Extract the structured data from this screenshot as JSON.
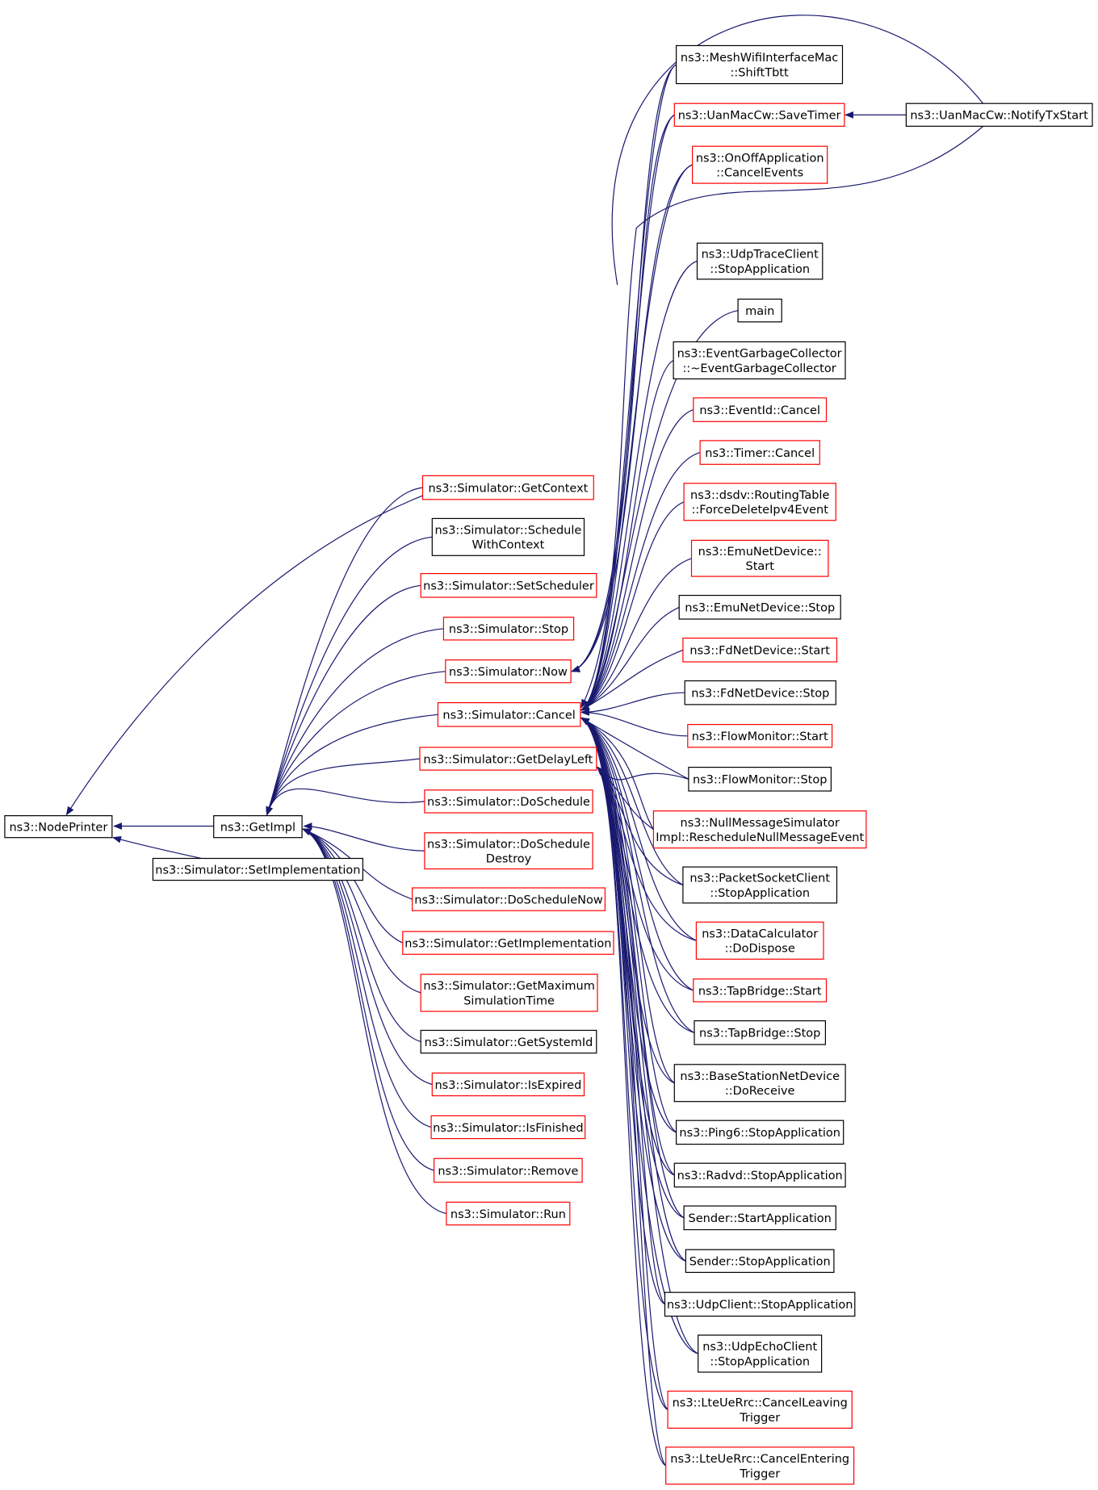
{
  "colors": {
    "edge": "#191970",
    "border_documented": "#000000",
    "border_undocumented": "#ff0000",
    "root_fill": "#bfbfbf",
    "node_fill": "#ffffff"
  },
  "nodes": {
    "nodeprinter": {
      "lines": [
        "ns3::NodePrinter"
      ],
      "border": "black",
      "root": true
    },
    "setimpl": {
      "lines": [
        "ns3::Simulator::SetImplementation"
      ],
      "border": "black"
    },
    "getimpl": {
      "lines": [
        "ns3::GetImpl"
      ],
      "border": "black"
    },
    "getcontext": {
      "lines": [
        "ns3::Simulator::GetContext"
      ],
      "border": "red"
    },
    "schedwithctx": {
      "lines": [
        "ns3::Simulator::Schedule",
        "WithContext"
      ],
      "border": "black"
    },
    "setscheduler": {
      "lines": [
        "ns3::Simulator::SetScheduler"
      ],
      "border": "red"
    },
    "stop": {
      "lines": [
        "ns3::Simulator::Stop"
      ],
      "border": "red"
    },
    "now": {
      "lines": [
        "ns3::Simulator::Now"
      ],
      "border": "red"
    },
    "cancel": {
      "lines": [
        "ns3::Simulator::Cancel"
      ],
      "border": "red"
    },
    "getdelayleft": {
      "lines": [
        "ns3::Simulator::GetDelayLeft"
      ],
      "border": "red"
    },
    "doschedule": {
      "lines": [
        "ns3::Simulator::DoSchedule"
      ],
      "border": "red"
    },
    "doscheddestroy": {
      "lines": [
        "ns3::Simulator::DoSchedule",
        "Destroy"
      ],
      "border": "red"
    },
    "doschednow": {
      "lines": [
        "ns3::Simulator::DoScheduleNow"
      ],
      "border": "red"
    },
    "getimplementation": {
      "lines": [
        "ns3::Simulator::GetImplementation"
      ],
      "border": "red"
    },
    "getmaxsim": {
      "lines": [
        "ns3::Simulator::GetMaximum",
        "SimulationTime"
      ],
      "border": "red"
    },
    "getsystemid": {
      "lines": [
        "ns3::Simulator::GetSystemId"
      ],
      "border": "black"
    },
    "isexpired": {
      "lines": [
        "ns3::Simulator::IsExpired"
      ],
      "border": "red"
    },
    "isfinished": {
      "lines": [
        "ns3::Simulator::IsFinished"
      ],
      "border": "red"
    },
    "remove": {
      "lines": [
        "ns3::Simulator::Remove"
      ],
      "border": "red"
    },
    "run": {
      "lines": [
        "ns3::Simulator::Run"
      ],
      "border": "red"
    },
    "meshshift": {
      "lines": [
        "ns3::MeshWifiInterfaceMac",
        "::ShiftTbtt"
      ],
      "border": "black"
    },
    "uansave": {
      "lines": [
        "ns3::UanMacCw::SaveTimer"
      ],
      "border": "red"
    },
    "uannotify": {
      "lines": [
        "ns3::UanMacCw::NotifyTxStart"
      ],
      "border": "black"
    },
    "onoffcancel": {
      "lines": [
        "ns3::OnOffApplication",
        "::CancelEvents"
      ],
      "border": "red"
    },
    "udptrace": {
      "lines": [
        "ns3::UdpTraceClient",
        "::StopApplication"
      ],
      "border": "black"
    },
    "main": {
      "lines": [
        "main"
      ],
      "border": "black"
    },
    "egc": {
      "lines": [
        "ns3::EventGarbageCollector",
        "::~EventGarbageCollector"
      ],
      "border": "black"
    },
    "eventid": {
      "lines": [
        "ns3::EventId::Cancel"
      ],
      "border": "red"
    },
    "timer": {
      "lines": [
        "ns3::Timer::Cancel"
      ],
      "border": "red"
    },
    "dsdv": {
      "lines": [
        "ns3::dsdv::RoutingTable",
        "::ForceDeleteIpv4Event"
      ],
      "border": "red"
    },
    "emustart": {
      "lines": [
        "ns3::EmuNetDevice::",
        "Start"
      ],
      "border": "red"
    },
    "emustop": {
      "lines": [
        "ns3::EmuNetDevice::Stop"
      ],
      "border": "black"
    },
    "fdstart": {
      "lines": [
        "ns3::FdNetDevice::Start"
      ],
      "border": "red"
    },
    "fdstop": {
      "lines": [
        "ns3::FdNetDevice::Stop"
      ],
      "border": "black"
    },
    "fmstart": {
      "lines": [
        "ns3::FlowMonitor::Start"
      ],
      "border": "red"
    },
    "fmstop": {
      "lines": [
        "ns3::FlowMonitor::Stop"
      ],
      "border": "black"
    },
    "nullmsg": {
      "lines": [
        "ns3::NullMessageSimulator",
        "Impl::RescheduleNullMessageEvent"
      ],
      "border": "red"
    },
    "packetsock": {
      "lines": [
        "ns3::PacketSocketClient",
        "::StopApplication"
      ],
      "border": "black"
    },
    "datacalc": {
      "lines": [
        "ns3::DataCalculator",
        "::DoDispose"
      ],
      "border": "red"
    },
    "tapstart": {
      "lines": [
        "ns3::TapBridge::Start"
      ],
      "border": "red"
    },
    "tapstop": {
      "lines": [
        "ns3::TapBridge::Stop"
      ],
      "border": "black"
    },
    "bsnet": {
      "lines": [
        "ns3::BaseStationNetDevice",
        "::DoReceive"
      ],
      "border": "black"
    },
    "ping6": {
      "lines": [
        "ns3::Ping6::StopApplication"
      ],
      "border": "black"
    },
    "radvd": {
      "lines": [
        "ns3::Radvd::StopApplication"
      ],
      "border": "black"
    },
    "senderstart": {
      "lines": [
        "Sender::StartApplication"
      ],
      "border": "black"
    },
    "senderstop": {
      "lines": [
        "Sender::StopApplication"
      ],
      "border": "black"
    },
    "udpclient": {
      "lines": [
        "ns3::UdpClient::StopApplication"
      ],
      "border": "black"
    },
    "udpecho": {
      "lines": [
        "ns3::UdpEchoClient",
        "::StopApplication"
      ],
      "border": "black"
    },
    "lteleave": {
      "lines": [
        "ns3::LteUeRrc::CancelLeaving",
        "Trigger"
      ],
      "border": "red"
    },
    "lteenter": {
      "lines": [
        "ns3::LteUeRrc::CancelEntering",
        "Trigger"
      ],
      "border": "red"
    }
  }
}
